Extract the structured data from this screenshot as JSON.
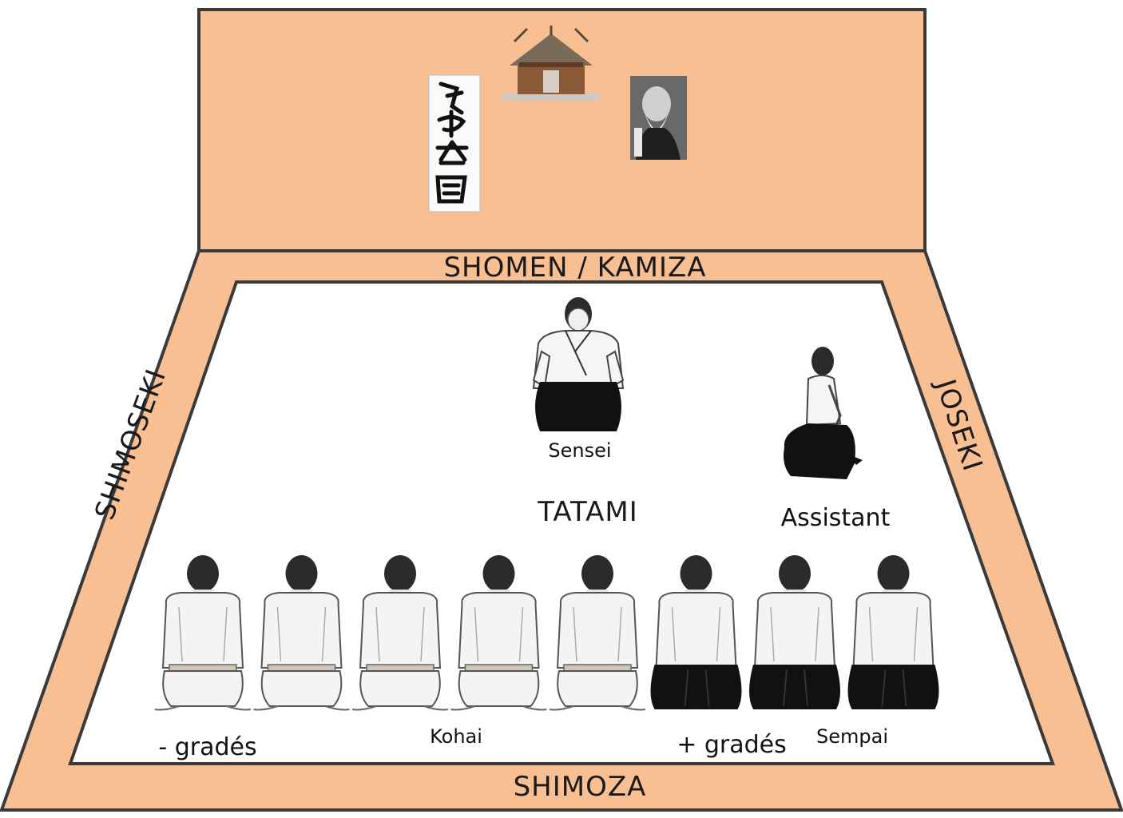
{
  "walls": {
    "top": "SHOMEN / KAMIZA",
    "bottom": "SHIMOZA",
    "left": "SHIMOSEKI",
    "right": "JOSEKI"
  },
  "center": {
    "tatami": "TATAMI",
    "sensei": "Sensei",
    "assistant": "Assistant"
  },
  "students": {
    "low_grade": "- gradés",
    "kohai": "Kohai",
    "high_grade": "+ gradés",
    "sempai": "Sempai",
    "count": 8,
    "hakama_from_index": 5
  },
  "colors": {
    "wall": "#f8bf93",
    "line": "#3a3a3a",
    "mat": "#ffffff",
    "hakama": "#111111",
    "gi": "#f4f4f4"
  },
  "shrine": {
    "icons": [
      "calligraphy-scroll",
      "kamidana-shrine-icon",
      "founder-portrait"
    ]
  }
}
